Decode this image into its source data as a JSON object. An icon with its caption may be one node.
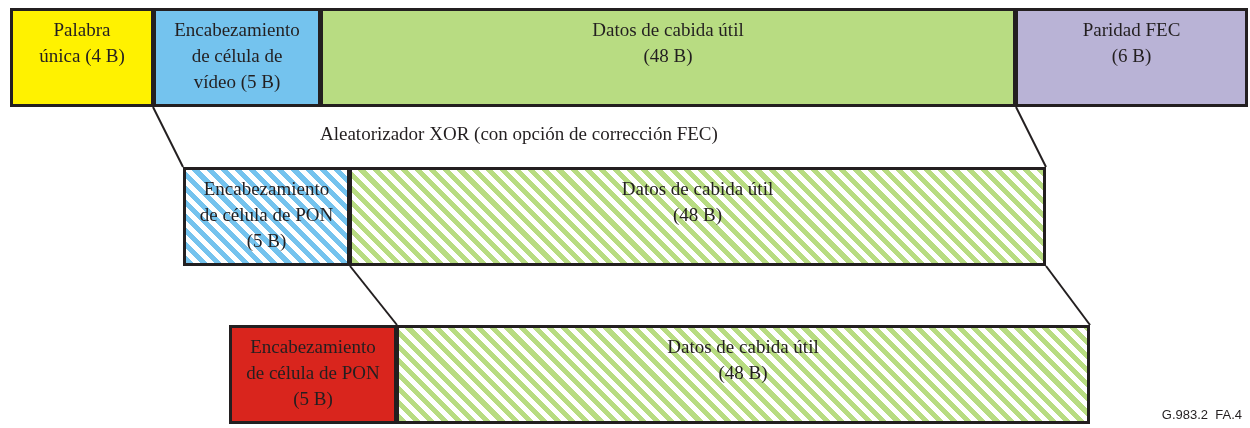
{
  "diagram": {
    "nodes": [
      {
        "text": [
          "Palabra única (4 B)"
        ]
      },
      {
        "text": [
          "Encabezamiento de célula de vídeo (5 B)"
        ]
      },
      {
        "text": [
          "Datos de cabida útil (48 B)"
        ]
      },
      {
        "text": [
          "Paridad FEC (6 B)"
        ]
      },
      {
        "text": [
          "Encabezamiento de célula de PON (5 B)"
        ]
      },
      {
        "text": [
          "Datos de cabida útil (48 B)"
        ]
      },
      {
        "text": [
          "Encabezamiento de célula de PON (5 B)"
        ]
      },
      {
        "text": [
          "Datos de cabida útil (48 B)"
        ]
      }
    ],
    "edges": [
      {
        "from": 1,
        "to": 4,
        "arrow": "none"
      },
      {
        "from": 2,
        "to": 5,
        "arrow": "none"
      },
      {
        "from": 4,
        "to": 6,
        "arrow": "none"
      },
      {
        "from": 5,
        "to": 7,
        "arrow": "none"
      }
    ],
    "labels": [
      "Aleatorizador XOR (con opción de corrección FEC)",
      "G.983.2  FA.4"
    ]
  }
}
